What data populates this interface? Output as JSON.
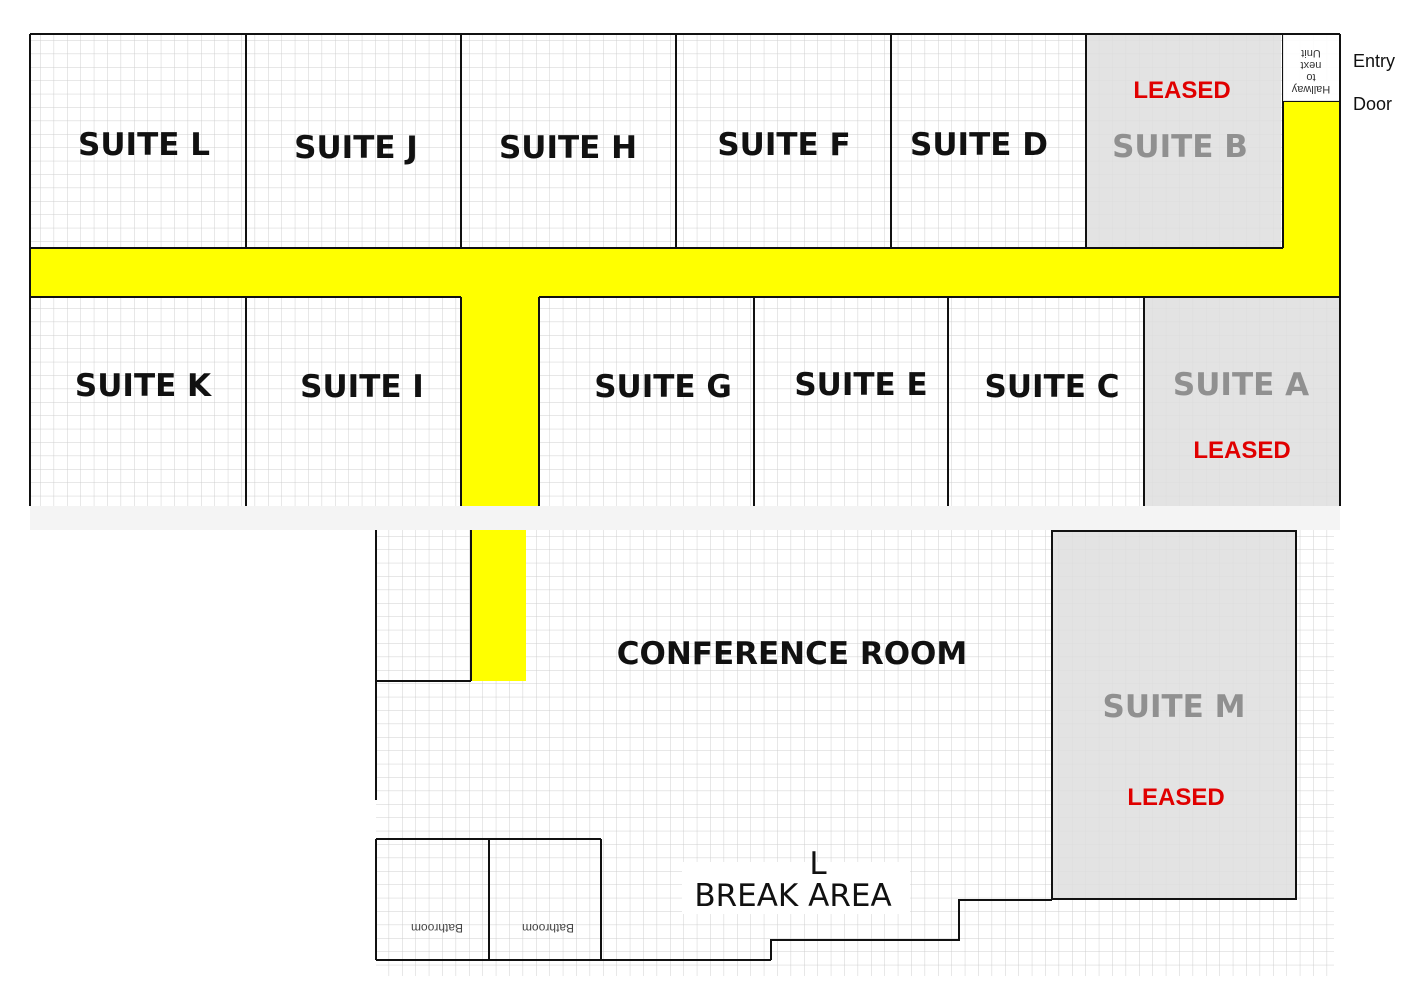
{
  "colors": {
    "hallway": "#ffff00",
    "leased_fill": "#dedede",
    "leased_text": "#e00000",
    "leased_suite_text": "#909090",
    "suite_text": "#111111",
    "grid": "#cfcfcf"
  },
  "suites": {
    "l": "SUITE L",
    "j": "SUITE J",
    "h": "SUITE H",
    "f": "SUITE F",
    "d": "SUITE D",
    "b": "SUITE B",
    "k": "SUITE K",
    "i": "SUITE I",
    "g": "SUITE G",
    "e": "SUITE E",
    "c": "SUITE C",
    "a": "SUITE A",
    "m": "SUITE M"
  },
  "leased": {
    "b": "LEASED",
    "a": "LEASED",
    "m": "LEASED"
  },
  "rooms": {
    "conference": "CONFERENCE ROOM",
    "break_area": "BREAK AREA",
    "break_mark": "L",
    "bathroom_1": "Bathroom",
    "bathroom_2": "Bathroom"
  },
  "entry": {
    "line1": "Entry",
    "line2": "Door"
  },
  "hallway_note": {
    "line1": "Hallway",
    "line2": "to",
    "line3": "next",
    "line4": "Unit"
  }
}
